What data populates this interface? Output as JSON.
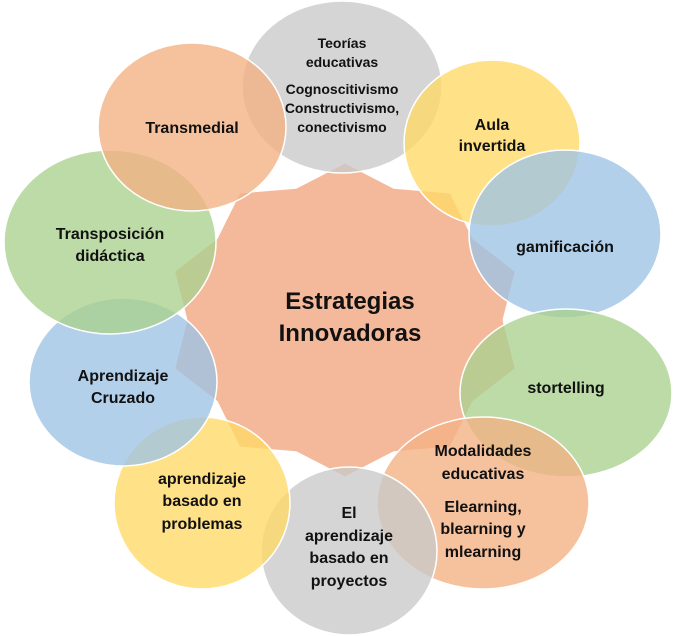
{
  "center": {
    "lines": [
      "Estrategias",
      "Innovadoras"
    ]
  },
  "nodes": [
    {
      "id": "teorias",
      "lines": [
        "Teorías",
        "educativas",
        "Cognoscitivismo",
        "Constructivismo,",
        "conectivismo"
      ],
      "color": "#C9C9C9"
    },
    {
      "id": "aula",
      "lines": [
        "Aula",
        "invertida"
      ],
      "color": "#FFD966"
    },
    {
      "id": "gamificacion",
      "lines": [
        "gamificación"
      ],
      "color": "#9DC3E6"
    },
    {
      "id": "stortelling",
      "lines": [
        "stortelling"
      ],
      "color": "#A9D18E"
    },
    {
      "id": "modalidades",
      "lines": [
        "Modalidades",
        "educativas",
        "Elearning,",
        "blearning y",
        "mlearning"
      ],
      "color": "#F4B183"
    },
    {
      "id": "proyectos",
      "lines": [
        "El",
        "aprendizaje",
        "basado en",
        "proyectos"
      ],
      "color": "#C9C9C9"
    },
    {
      "id": "problemas",
      "lines": [
        "aprendizaje",
        "basado en",
        "problemas"
      ],
      "color": "#FFD966"
    },
    {
      "id": "cruzado",
      "lines": [
        "Aprendizaje",
        "Cruzado"
      ],
      "color": "#9DC3E6"
    },
    {
      "id": "transposicion",
      "lines": [
        "Transposición",
        "didáctica"
      ],
      "color": "#A9D18E"
    },
    {
      "id": "transmedial",
      "lines": [
        "Transmedial"
      ],
      "color": "#F4B183"
    }
  ],
  "colors": {
    "center": "#F4B99A",
    "outline": "#ffffff"
  }
}
